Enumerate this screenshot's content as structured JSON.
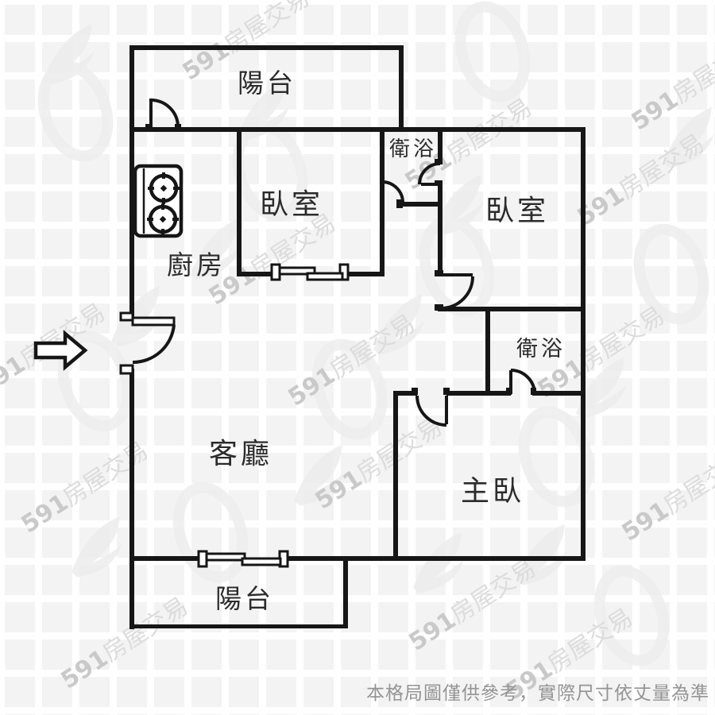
{
  "rooms": {
    "balcony_top": {
      "label": "陽台"
    },
    "bathroom_top": {
      "label": "衛浴"
    },
    "bedroom_left": {
      "label": "臥室"
    },
    "bedroom_right": {
      "label": "臥室"
    },
    "kitchen": {
      "label": "廚房"
    },
    "bathroom_master": {
      "label": "衛浴"
    },
    "living_room": {
      "label": "客廳"
    },
    "master_bedroom": {
      "label": "主臥"
    },
    "balcony_bottom": {
      "label": "陽台"
    }
  },
  "disclaimer": "本格局圖僅供參考，實際尺寸依丈量為準",
  "watermark": {
    "brand_prefix": "591",
    "brand_suffix": "房屋交易"
  },
  "colors": {
    "wall": "#161616",
    "label": "#2b2b2b",
    "disclaimer": "#949494",
    "watermark_prefix": "#c9c9c9",
    "watermark_suffix": "#dcdcdc",
    "grid_tile": "#f3f3f3"
  }
}
